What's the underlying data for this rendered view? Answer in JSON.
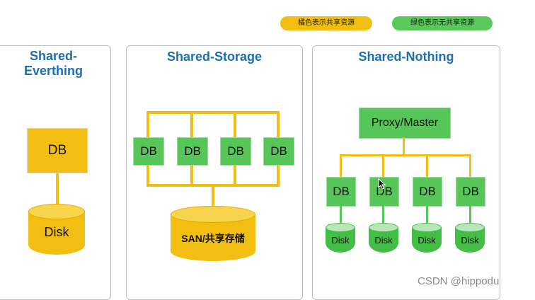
{
  "legend": {
    "orange": "橘色表示共享资源",
    "green": "绿色表示无共享资源",
    "orange_color": "#f1be11",
    "green_color": "#58c95a"
  },
  "panels": {
    "everything": {
      "title_line1": "Shared-",
      "title_line2": "Everthing",
      "db": "DB",
      "disk": "Disk"
    },
    "storage": {
      "title": "Shared-Storage",
      "dbs": [
        "DB",
        "DB",
        "DB",
        "DB"
      ],
      "san": "SAN/共享存储"
    },
    "nothing": {
      "title": "Shared-Nothing",
      "proxy": "Proxy/Master",
      "dbs": [
        "DB",
        "DB",
        "DB",
        "DB"
      ],
      "disks": [
        "Disk",
        "Disk",
        "Disk",
        "Disk"
      ]
    }
  },
  "watermark": "CSDN @hippodu",
  "icons": {
    "cursor": "cursor-icon"
  }
}
